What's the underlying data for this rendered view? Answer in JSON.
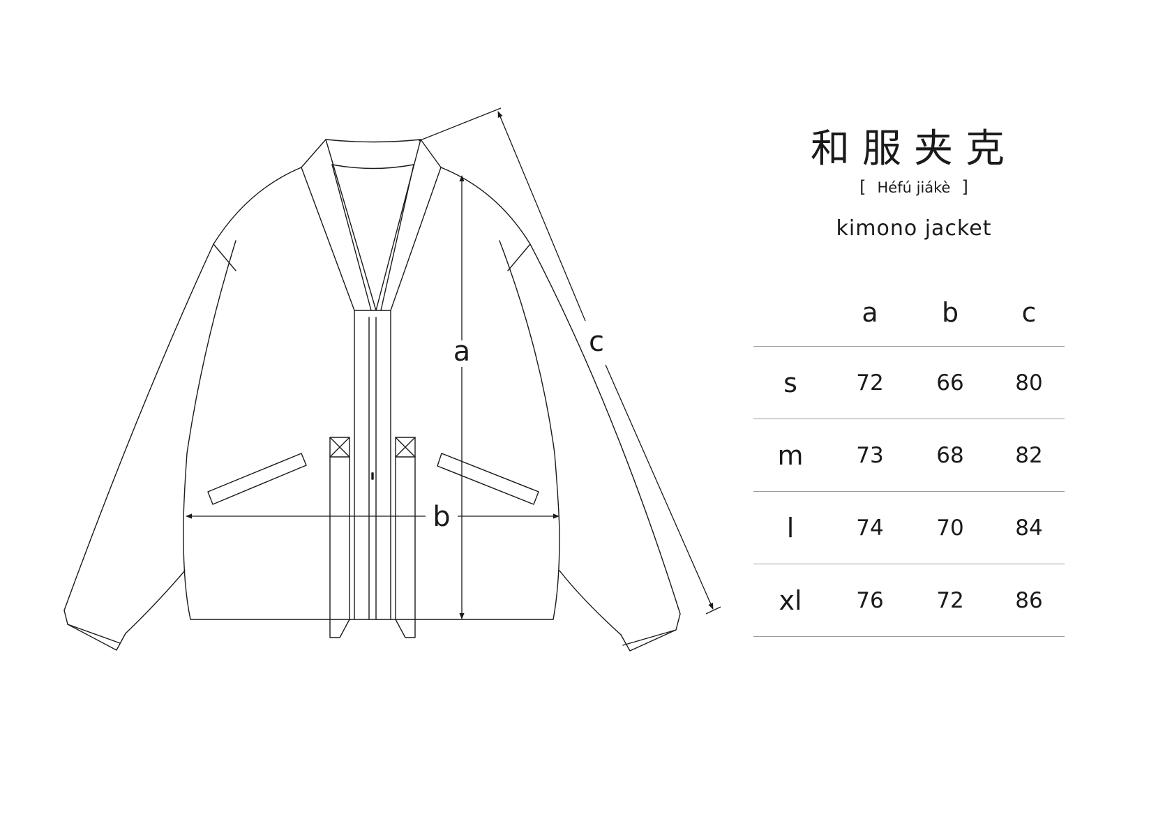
{
  "title_zh": "和服夹克",
  "pinyin": {
    "open": "[",
    "text": "Héfú jiákè",
    "close": "]"
  },
  "subtitle": "kimono jacket",
  "diagram": {
    "label_a": "a",
    "label_b": "b",
    "label_c": "c",
    "line_color": "#1a1a1a"
  },
  "size_table": {
    "columns": [
      "",
      "a",
      "b",
      "c"
    ],
    "rows": [
      {
        "size": "s",
        "a": "72",
        "b": "66",
        "c": "80"
      },
      {
        "size": "m",
        "a": "73",
        "b": "68",
        "c": "82"
      },
      {
        "size": "l",
        "a": "74",
        "b": "70",
        "c": "84"
      },
      {
        "size": "xl",
        "a": "76",
        "b": "72",
        "c": "86"
      }
    ]
  }
}
